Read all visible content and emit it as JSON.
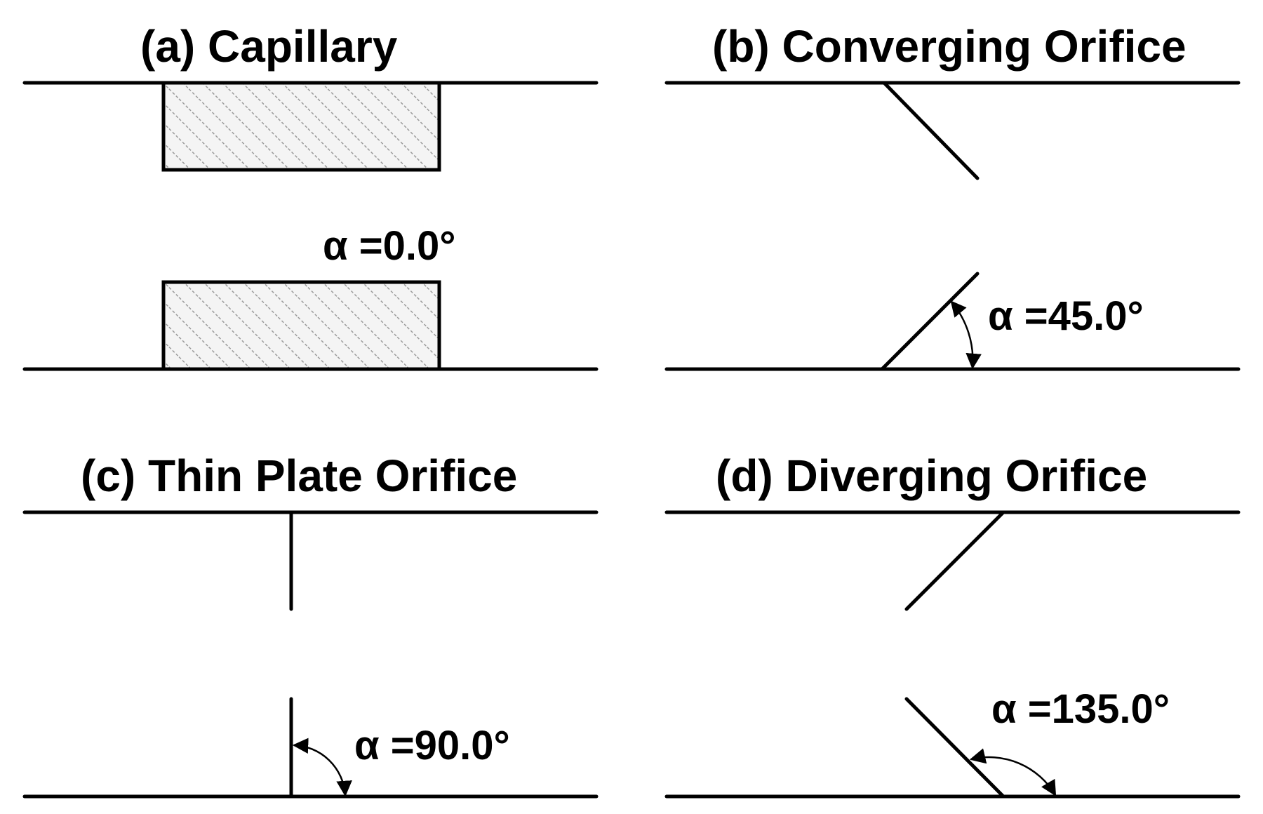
{
  "panels": {
    "a": {
      "title": "(a) Capillary",
      "angle_label": "α =0.0°",
      "alpha_deg": 0
    },
    "b": {
      "title": "(b) Converging Orifice",
      "angle_label": "α =45.0°",
      "alpha_deg": 45
    },
    "c": {
      "title": "(c) Thin Plate Orifice",
      "angle_label": "α =90.0°",
      "alpha_deg": 90
    },
    "d": {
      "title": "(d) Diverging Orifice",
      "angle_label": "α =135.0°",
      "alpha_deg": 135
    }
  },
  "colors": {
    "line": "#000000",
    "hatch": "#9a9a9a",
    "hatch_fill": "#f4f4f4"
  }
}
